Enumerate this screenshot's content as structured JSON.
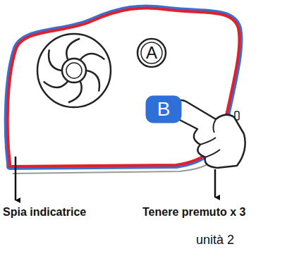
{
  "diagram": {
    "caption": "unità 2",
    "nodes": [
      {
        "text": [
          "A"
        ]
      },
      {
        "text": [
          "B"
        ]
      }
    ],
    "labels": [
      "Spia indicatrice",
      "Tenere premuto x 3"
    ]
  }
}
